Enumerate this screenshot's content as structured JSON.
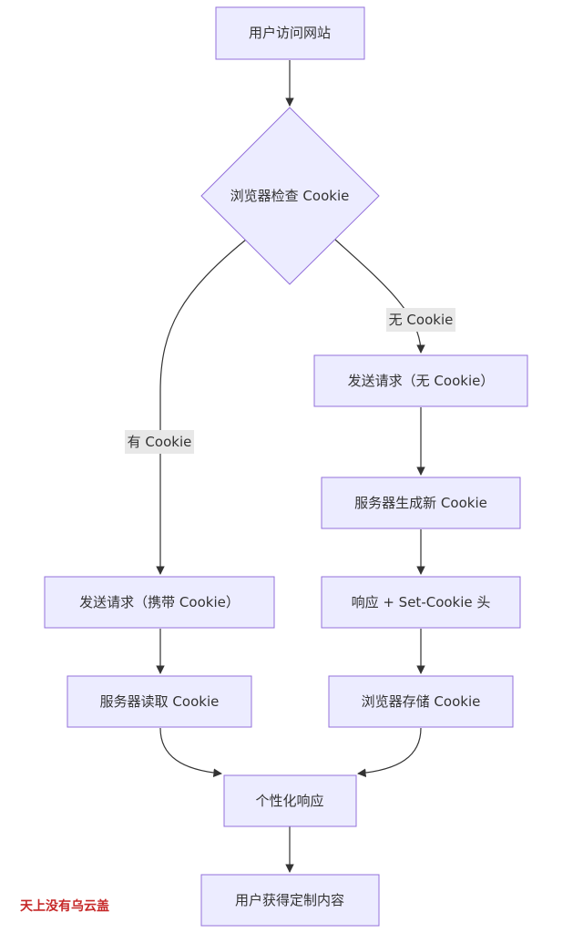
{
  "nodes": {
    "visit": "用户访问网站",
    "check": "浏览器检查 Cookie",
    "send_with": "发送请求（携带 Cookie）",
    "send_without": "发送请求（无 Cookie）",
    "read": "服务器读取 Cookie",
    "generate": "服务器生成新 Cookie",
    "set_header": "响应 + Set-Cookie 头",
    "store": "浏览器存储 Cookie",
    "personalize": "个性化响应",
    "result": "用户获得定制内容"
  },
  "edge_labels": {
    "has_cookie": "有 Cookie",
    "no_cookie": "无 Cookie"
  },
  "watermark": "天上没有乌云盖",
  "colors": {
    "node_fill": "#ECECFF",
    "node_stroke": "#9370DB",
    "edge": "#333333",
    "label_bg": "#E8E8E8",
    "watermark": "#C62828"
  }
}
